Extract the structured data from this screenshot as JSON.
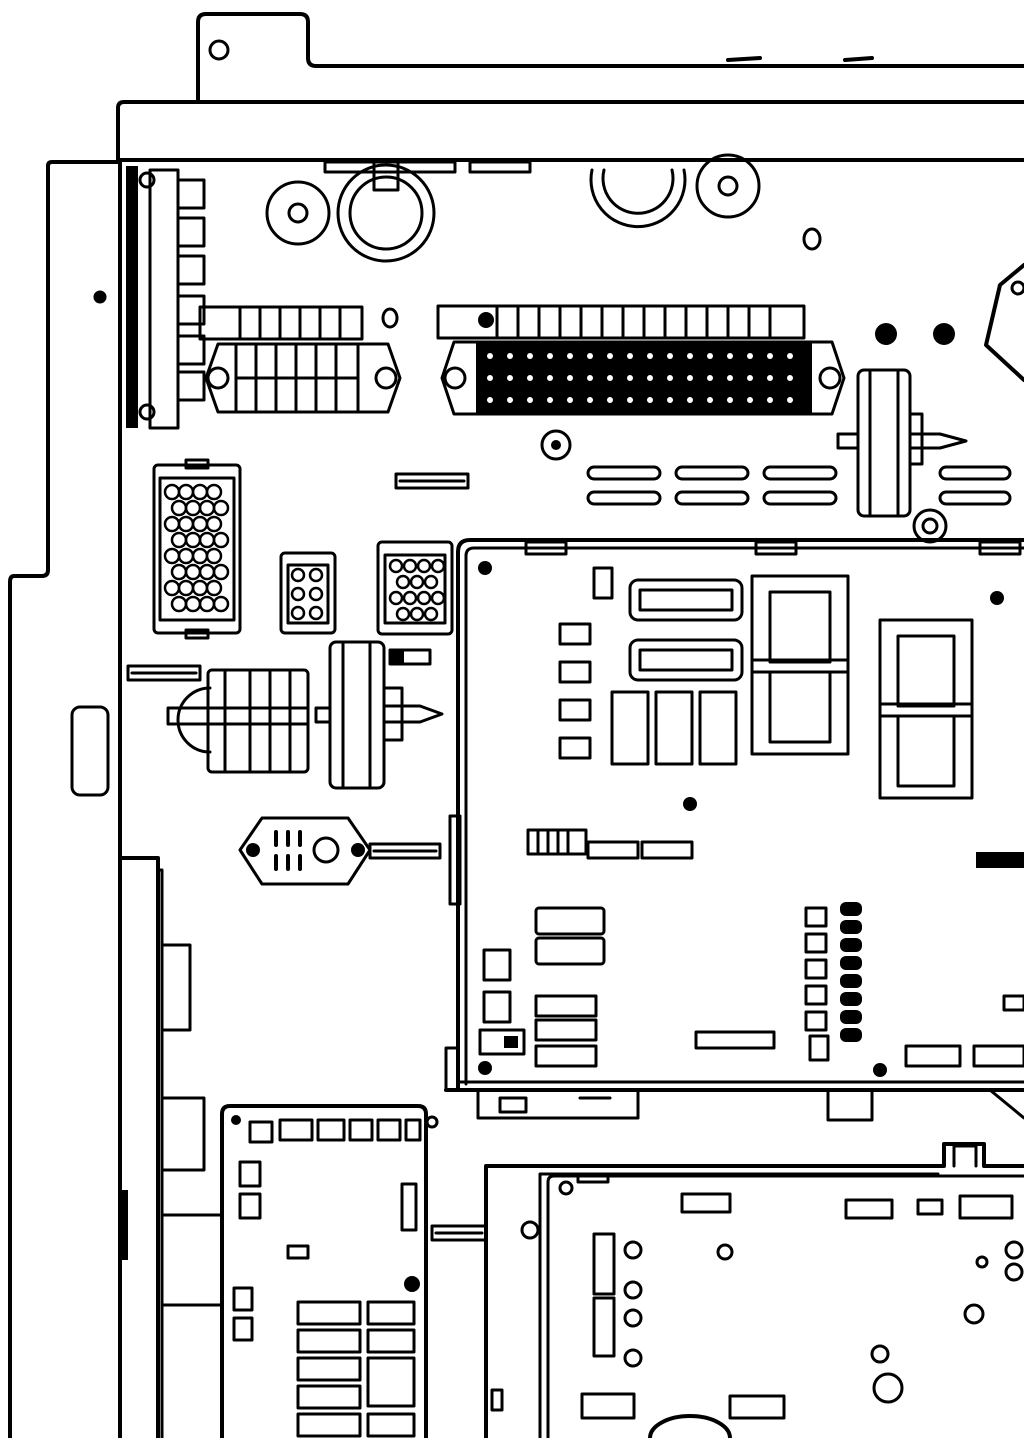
{
  "diagram": {
    "type": "technical-line-drawing",
    "subject": "electronics-chassis-with-connectors-and-pcbs",
    "colors": {
      "ink": "#000000",
      "paper": "#ffffff"
    },
    "components": [
      {
        "kind": "mounting-bracket"
      },
      {
        "kind": "top-rail"
      },
      {
        "kind": "left-side-panel"
      },
      {
        "kind": "cable-grommet",
        "count": 2
      },
      {
        "kind": "terminal-block-connector",
        "size": "small"
      },
      {
        "kind": "terminal-block-connector",
        "size": "large"
      },
      {
        "kind": "multi-pin-connector",
        "count": 3
      },
      {
        "kind": "relay",
        "count": 2
      },
      {
        "kind": "mounting-clip"
      },
      {
        "kind": "main-control-board"
      },
      {
        "kind": "io-board"
      },
      {
        "kind": "power-board"
      }
    ]
  }
}
